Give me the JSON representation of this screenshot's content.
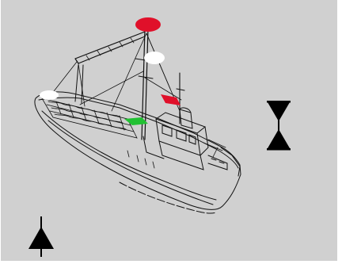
{
  "scene": {
    "background_color": "#d0d0d0",
    "outline_color": "#111111",
    "lights": [
      {
        "name": "masthead-red-light",
        "color": "#e0102a"
      },
      {
        "name": "upper-white-light",
        "color": "#ffffff"
      },
      {
        "name": "stern-white-light",
        "color": "#ffffff"
      },
      {
        "name": "port-red-sidelight",
        "color": "#e0102a"
      },
      {
        "name": "starboard-green-sidelight",
        "color": "#21c132"
      }
    ],
    "day_shapes": [
      {
        "name": "two-cones-points-together-icon",
        "color": "#000000"
      },
      {
        "name": "single-cone-point-up-icon",
        "color": "#000000"
      }
    ]
  }
}
